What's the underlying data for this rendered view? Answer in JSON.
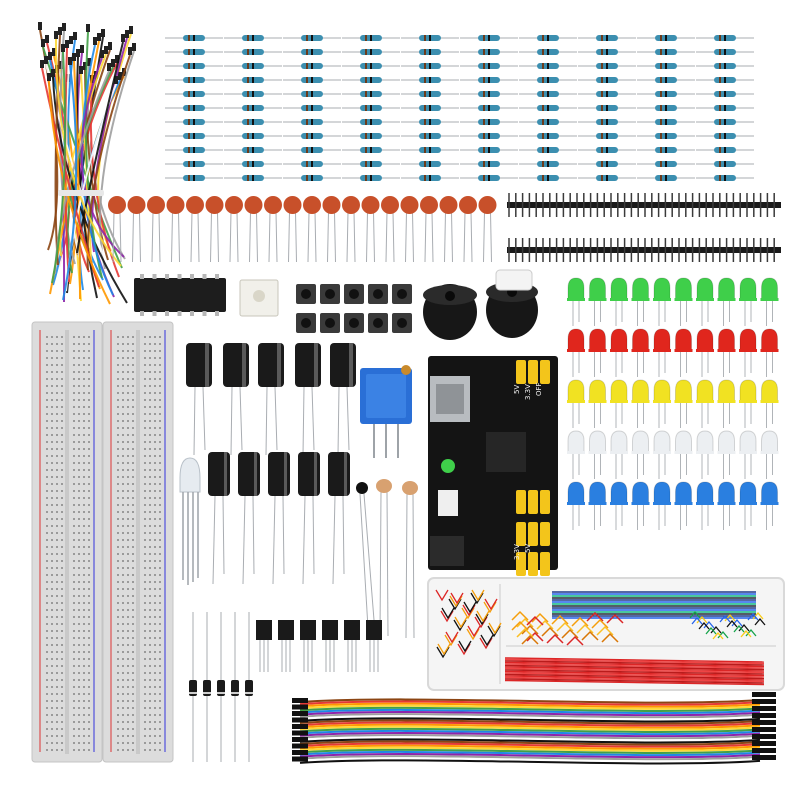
{
  "image": {
    "kind": "product-photo",
    "subject": "electronics starter kit components on white background"
  },
  "colors": {
    "background": "#ffffff",
    "resistor_body": "#3c8fb0",
    "ceramic_cap": "#c8502a",
    "header_pin": "#1a1a1a",
    "led_green": "#3fcf4a",
    "led_red": "#e0261d",
    "led_yellow": "#f1e222",
    "led_white": "#eceff2",
    "led_blue": "#2a7fe0",
    "breadboard": "#dcdcdc",
    "power_module_pcb": "#141414",
    "pin_header_yellow": "#f3c51b",
    "trimpot_blue": "#2a6fd6",
    "jumper_colors": [
      "#8b4513",
      "#e53935",
      "#ff9800",
      "#fdd835",
      "#43a047",
      "#1e88e5",
      "#8e24aa",
      "#9e9e9e",
      "#ffffff",
      "#111111"
    ]
  },
  "power_module": {
    "labels": [
      "5V",
      "3.3V",
      "OFF",
      "3.3V",
      "5V"
    ]
  },
  "counts": {
    "resistor_columns": 10,
    "ceramic_capacitors": 20,
    "push_buttons": 10,
    "led_rows": 5,
    "led_columns": 10
  }
}
